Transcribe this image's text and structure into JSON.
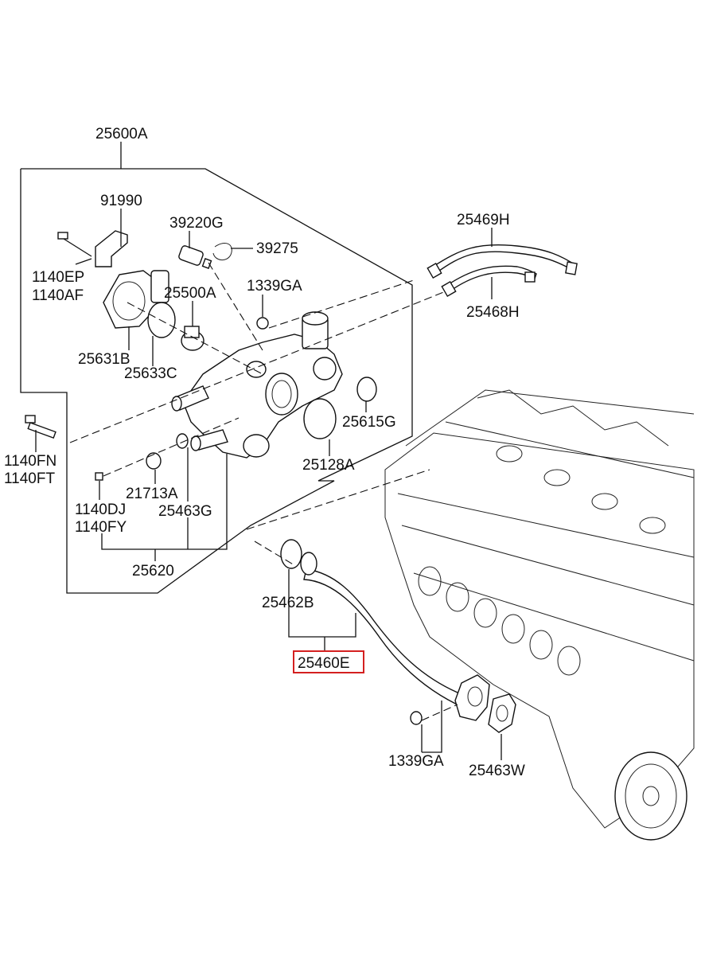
{
  "diagram": {
    "highlight_color": "#d42020",
    "highlighted_part": "25460E",
    "labels": {
      "p25600A": "25600A",
      "p91990": "91990",
      "p39220G": "39220G",
      "p39275": "39275",
      "p25469H": "25469H",
      "p1140EP": "1140EP",
      "p1140AF": "1140AF",
      "p25500A": "25500A",
      "p1339GA_top": "1339GA",
      "p25468H": "25468H",
      "p25631B": "25631B",
      "p25633C": "25633C",
      "p25615G": "25615G",
      "p1140FN": "1140FN",
      "p1140FT": "1140FT",
      "p25128A": "25128A",
      "p21713A": "21713A",
      "p25463G": "25463G",
      "p1140DJ": "1140DJ",
      "p1140FY": "1140FY",
      "p25620": "25620",
      "p25462B": "25462B",
      "p25460E": "25460E",
      "p1339GA_bottom": "1339GA",
      "p25463W": "25463W"
    }
  }
}
